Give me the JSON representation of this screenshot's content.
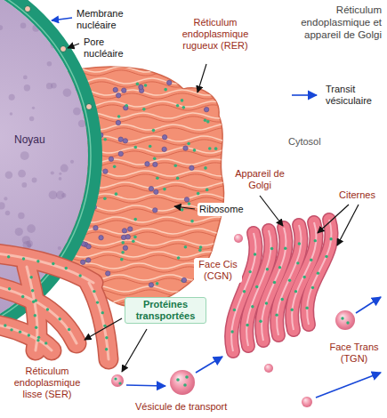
{
  "diagram": {
    "title": "Réticulum endoplasmique et appareil de Golgi",
    "labels": [
      "Membrane nucléaire",
      "Pore nucléaire",
      "Réticulum endoplasmique rugueux (RER)",
      "Noyau",
      "Cytosol",
      "Ribosome",
      "Appareil de Golgi",
      "Citernes",
      "Face Cis (CGN)",
      "Protéines transportées",
      "Face Trans (TGN)",
      "Réticulum endoplasmique lisse (SER)",
      "Vésicule de transport"
    ],
    "legend": [
      {
        "text": "Transit vésiculaire"
      }
    ]
  }
}
